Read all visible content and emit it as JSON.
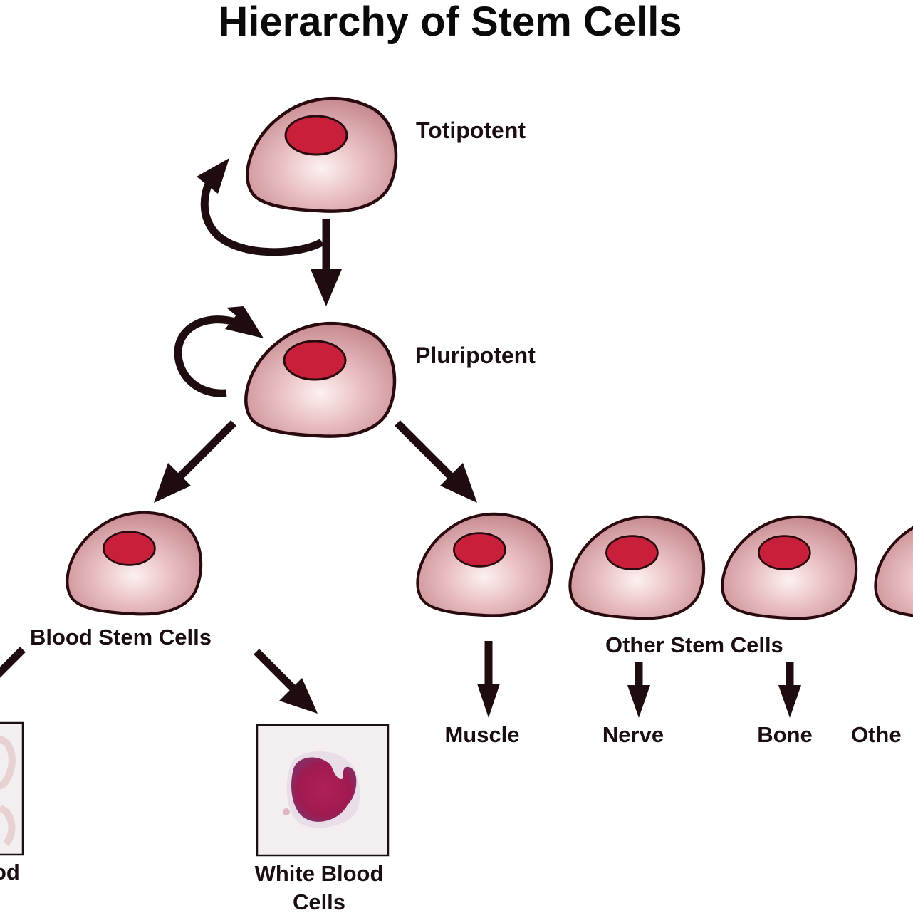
{
  "title": "Hierarchy of Stem Cells",
  "colors": {
    "cell_fill_light": "#fbe9ea",
    "cell_fill_dark": "#c89096",
    "cell_outline": "#2a0a0e",
    "nucleus": "#c8203a",
    "arrow": "#1e0c0e",
    "text": "#1a0e10"
  },
  "levels": {
    "totipotent": {
      "label": "Totipotent"
    },
    "pluripotent": {
      "label": "Pluripotent"
    },
    "blood_stem_cells": {
      "label": "Blood Stem Cells"
    },
    "other_stem_cells": {
      "label": "Other Stem Cells"
    }
  },
  "outcomes": {
    "red_blood_partial": "od",
    "white_blood_line1": "White Blood",
    "white_blood_line2": "Cells",
    "muscle": "Muscle",
    "nerve": "Nerve",
    "bone": "Bone",
    "other_partial": "Othe"
  }
}
